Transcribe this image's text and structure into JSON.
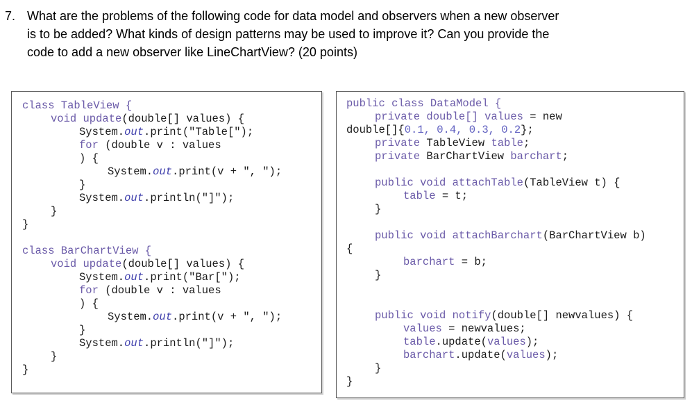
{
  "question": {
    "number": "7.",
    "lines": [
      "What are the problems of the following code for data model and observers when a new observer",
      "is to be added? What kinds of design patterns may be used to improve it? Can you provide the",
      "code to add a new observer like LineChartView? (20 points)"
    ]
  },
  "left_code": {
    "l1": "class TableView {",
    "l2a": "void update",
    "l2b": "(double[] values) {",
    "l3a": "System.",
    "l3b": "out",
    "l3c": ".print(\"Table[\");",
    "l4a": "for",
    "l4b": " (double v : values",
    "l5": ") {",
    "l6a": "System.",
    "l6b": "out",
    "l6c": ".print(v + \", \");",
    "l7": "}",
    "l8a": "System.",
    "l8b": "out",
    "l8c": ".println(\"]\");",
    "l9": "}",
    "l10": "}",
    "m1": "class BarChartView {",
    "m2a": "void update",
    "m2b": "(double[] values) {",
    "m3a": "System.",
    "m3b": "out",
    "m3c": ".print(\"Bar[\");",
    "m4a": "for",
    "m4b": " (double v : values",
    "m5": ") {",
    "m6a": "System.",
    "m6b": "out",
    "m6c": ".print(v + \", \");",
    "m7": "}",
    "m8a": "System.",
    "m8b": "out",
    "m8c": ".println(\"]\");",
    "m9": "}",
    "m10": "}"
  },
  "right_code": {
    "r1": "public class DataModel {",
    "r2a": "private double[] ",
    "r2b": "values",
    "r2c": " = new",
    "r3a": "double[]{",
    "r3b": "0.1, 0.4, 0.3, 0.2",
    "r3c": "};",
    "r4a": "private",
    "r4b": " TableView ",
    "r4c": "table",
    "r4d": ";",
    "r5a": "private",
    "r5b": " BarChartView ",
    "r5c": "barchart",
    "r5d": ";",
    "r6a": "public void attachTable",
    "r6b": "(TableView t) {",
    "r7a": "table",
    "r7b": " = t;",
    "r8": "}",
    "r9a": "public void attachBarchart",
    "r9b": "(BarChartView b)",
    "r10": "{",
    "r11a": "barchart",
    "r11b": " = b;",
    "r12": "}",
    "r13a": "public void notify",
    "r13b": "(double[] newvalues) {",
    "r14a": "values",
    "r14b": " = newvalues;",
    "r15a": "table",
    "r15b": ".update(",
    "r15c": "values",
    "r15d": ");",
    "r16a": "barchart",
    "r16b": ".update(",
    "r16c": "values",
    "r16d": ");",
    "r17": "}",
    "r18": "}"
  }
}
